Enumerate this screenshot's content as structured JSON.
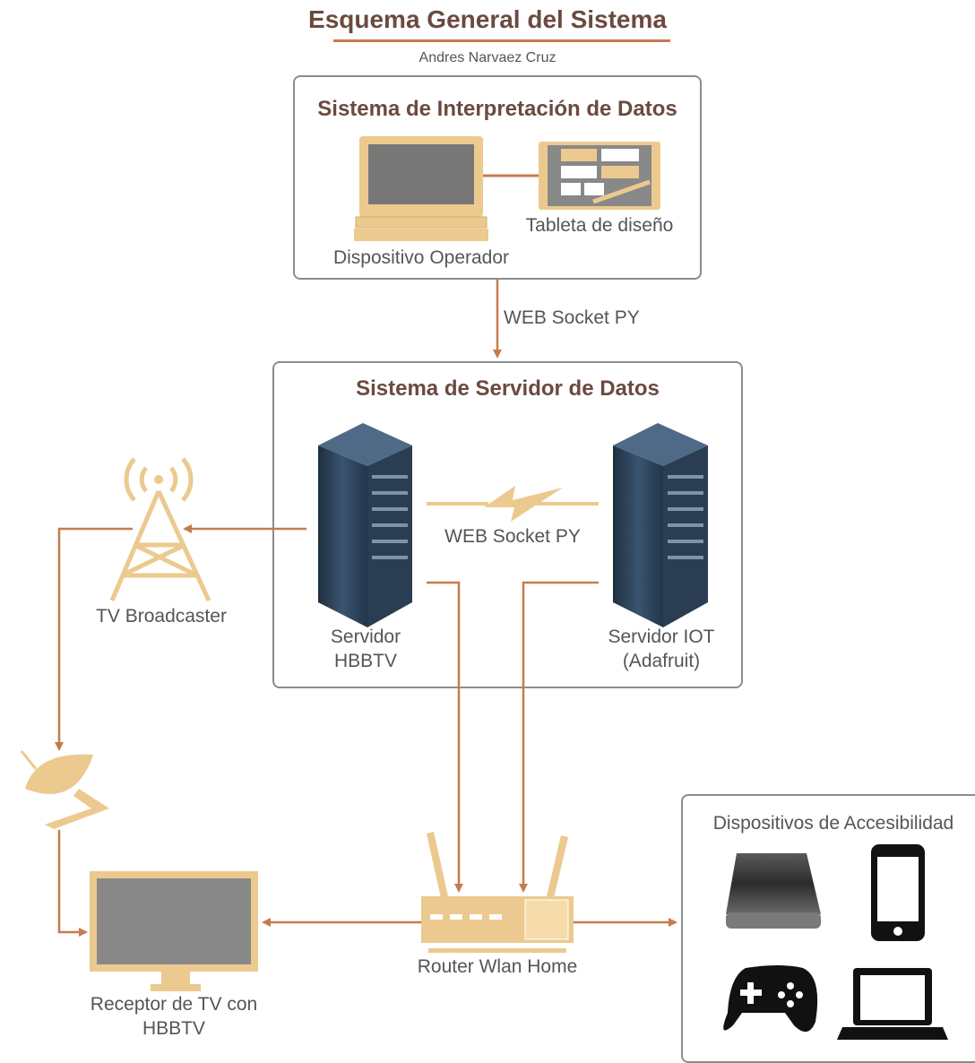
{
  "header": {
    "title": "Esquema General del Sistema",
    "author": "Andres Narvaez Cruz"
  },
  "interpretation_system": {
    "title": "Sistema de Interpretación de Datos",
    "operator_device": "Dispositivo Operador",
    "design_tablet": "Tableta de diseño"
  },
  "link_top": "WEB Socket PY",
  "server_system": {
    "title": "Sistema de Servidor de Datos",
    "link_between_servers": "WEB Socket PY",
    "hbbtv_server_line1": "Servidor",
    "hbbtv_server_line2": "HBBTV",
    "iot_server_line1": "Servidor IOT",
    "iot_server_line2": "(Adafruit)"
  },
  "tv_broadcaster": "TV Broadcaster",
  "receiver": {
    "line1": "Receptor de TV con",
    "line2": "HBBTV"
  },
  "router": "Router Wlan Home",
  "accessibility": {
    "title": "Dispositivos de Accesibilidad"
  },
  "colors": {
    "accent": "#c77b4e",
    "sand": "#ecc98e",
    "title_text": "#6b4a3f",
    "body_text": "#555555",
    "border": "#8c8c8c",
    "server": "#2e4257"
  }
}
